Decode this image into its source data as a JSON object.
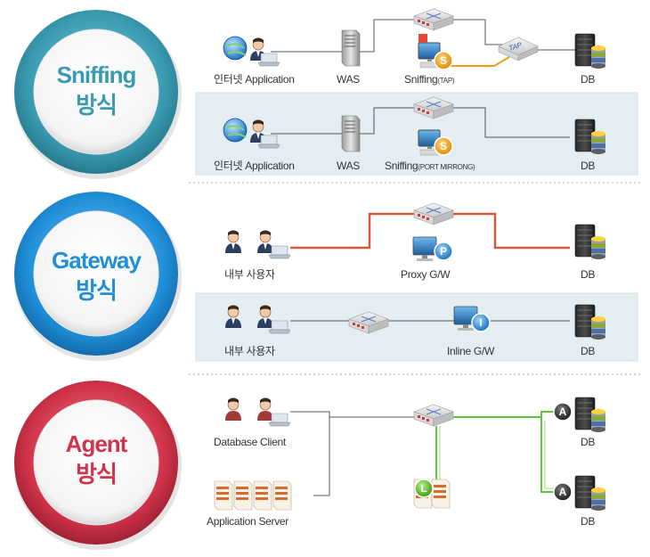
{
  "sections": [
    {
      "id": "sniffing",
      "title_line1": "Sniffing",
      "title_line2": "방식",
      "color": "#3a9ab0",
      "rows": [
        {
          "user_label": "인터넷 Application",
          "was_label": "WAS",
          "sniff_label": "Sniffing",
          "sniff_suffix": "(TAP)",
          "tap_label": "TAP",
          "db_label": "DB",
          "badge": "S"
        },
        {
          "user_label": "인터넷 Application",
          "was_label": "WAS",
          "sniff_label": "Sniffing",
          "sniff_suffix": "(PORT MIRRONG)",
          "db_label": "DB",
          "badge": "S"
        }
      ]
    },
    {
      "id": "gateway",
      "title_line1": "Gateway",
      "title_line2": "방식",
      "color": "#1f8fd8",
      "rows": [
        {
          "user_label": "내부 사용자",
          "proxy_label": "Proxy G/W",
          "db_label": "DB",
          "badge": "P"
        },
        {
          "user_label": "내부 사용자",
          "inline_label": "Inline G/W",
          "db_label": "DB",
          "badge": "I"
        }
      ]
    },
    {
      "id": "agent",
      "title_line1": "Agent",
      "title_line2": "방식",
      "color": "#d0334a",
      "client_label": "Database Client",
      "server_label": "Application Server",
      "log_badge": "L",
      "agent_badge": "A",
      "db_labels": [
        "DB",
        "DB"
      ]
    }
  ]
}
